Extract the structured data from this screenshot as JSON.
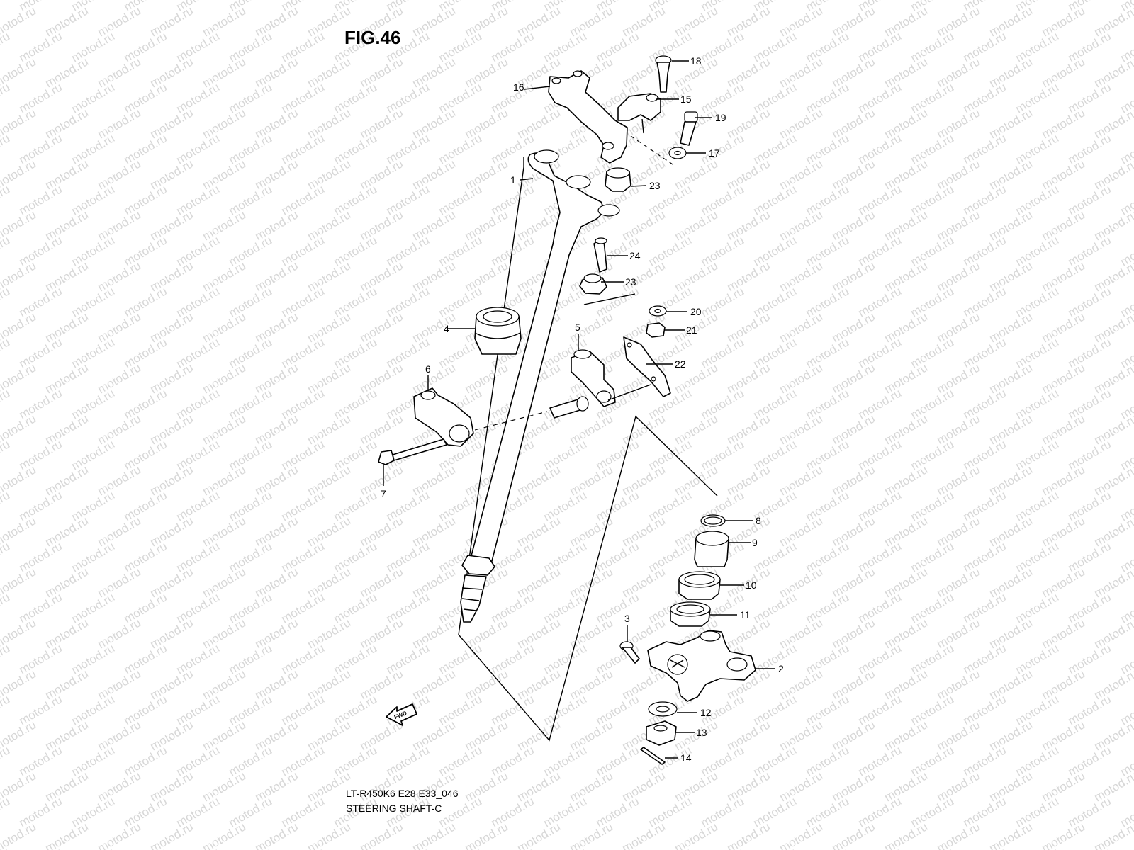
{
  "watermark": "motod.ru",
  "figure": {
    "title": "FIG.46",
    "caption_code": "LT-R450K6 E28 E33_046",
    "caption_name": "STEERING SHAFT-C"
  },
  "fwd_label": "FWD",
  "callouts": {
    "c1": "1",
    "c2": "2",
    "c3": "3",
    "c4": "4",
    "c5": "5",
    "c6": "6",
    "c7": "7",
    "c8": "8",
    "c9": "9",
    "c10": "10",
    "c11": "11",
    "c12": "12",
    "c13": "13",
    "c14": "14",
    "c15": "15",
    "c16": "16",
    "c17": "17",
    "c18": "18",
    "c19": "19",
    "c20": "20",
    "c21": "21",
    "c22": "22",
    "c23a": "23",
    "c23b": "23",
    "c24": "24"
  }
}
